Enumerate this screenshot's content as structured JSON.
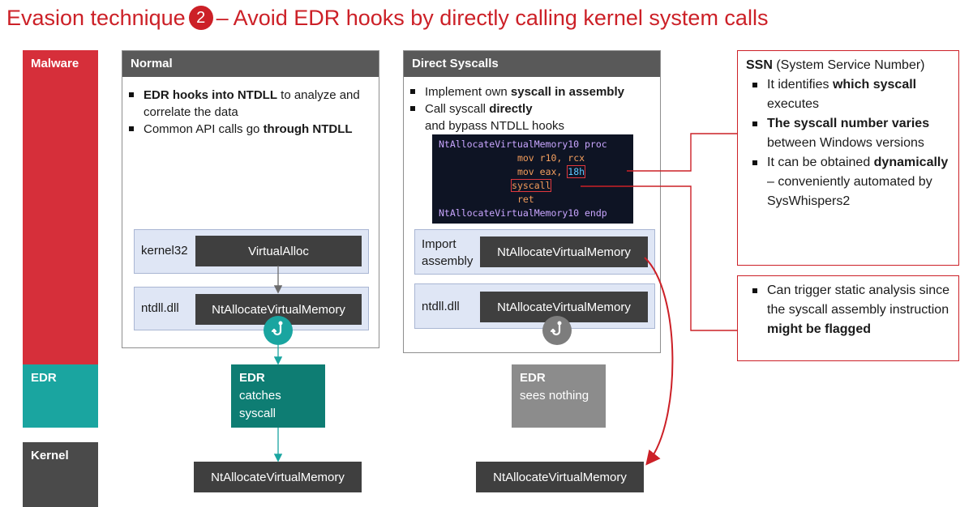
{
  "title": {
    "prefix": "Evasion technique",
    "number": "2",
    "suffix": "– Avoid EDR hooks by directly calling kernel system calls"
  },
  "bands": {
    "malware": "Malware",
    "edr": "EDR",
    "kernel": "Kernel"
  },
  "normal": {
    "header": "Normal",
    "bullets": [
      {
        "pre": "",
        "bold": "EDR hooks into NTDLL",
        "post": " to analyze and correlate the data"
      },
      {
        "pre": "Common API calls go ",
        "bold": "through NTDLL",
        "post": ""
      }
    ],
    "kernel32_label": "kernel32",
    "kernel32_func": "VirtualAlloc",
    "ntdll_label": "ntdll.dll",
    "ntdll_func": "NtAllocateVirtualMemory",
    "edr_title": "EDR",
    "edr_text_1": "catches",
    "edr_text_2": "syscall",
    "kernel_func": "NtAllocateVirtualMemory"
  },
  "direct": {
    "header": "Direct Syscalls",
    "bullet1_pre": "Implement own ",
    "bullet1_bold": "syscall in assembly",
    "bullet2_pre": "Call syscall ",
    "bullet2_bold": "directly",
    "bullet2_post": "and bypass NTDLL hooks",
    "code": {
      "line1": "NtAllocateVirtualMemory10 proc",
      "mov1_op": "mov",
      "mov1_args": "r10, rcx",
      "mov2_op": "mov",
      "mov2_reg": "eax,",
      "mov2_val": "18h",
      "syscall": "syscall",
      "ret": "ret",
      "last": "NtAllocateVirtualMemory10 endp"
    },
    "import_label_1": "Import",
    "import_label_2": "assembly",
    "import_func": "NtAllocateVirtualMemory",
    "ntdll_label": "ntdll.dll",
    "ntdll_func": "NtAllocateVirtualMemory",
    "edr_title": "EDR",
    "edr_text": "sees nothing",
    "kernel_func": "NtAllocateVirtualMemory"
  },
  "ssn_box": {
    "title_bold": "SSN",
    "title_rest": " (System Service Number)",
    "b1_pre": "It identifies ",
    "b1_bold": "which syscall",
    "b1_post": "executes",
    "b2_bold": "The syscall number varies",
    "b2_post": "between Windows versions",
    "b3_pre": "It can be obtained ",
    "b3_bold": "dynamically",
    "b3_post": " – conveniently automated by SysWhispers2"
  },
  "static_box": {
    "pre": "Can trigger static analysis since the syscall assembly instruction ",
    "bold": "might be flagged"
  },
  "colors": {
    "accent_red": "#cc2027",
    "malware_band": "#d62f3a",
    "edr_band": "#1aa5a0",
    "edr_catch": "#0e7d73",
    "edr_nothing": "#8c8c8c",
    "kernel_band": "#4a4a4a",
    "header_gray": "#595959",
    "func_box": "#3f3f3f",
    "layer_fill": "#dfe6f5"
  },
  "icons": {
    "hook_active": "hook-icon",
    "hook_bypassed": "hook-icon"
  }
}
